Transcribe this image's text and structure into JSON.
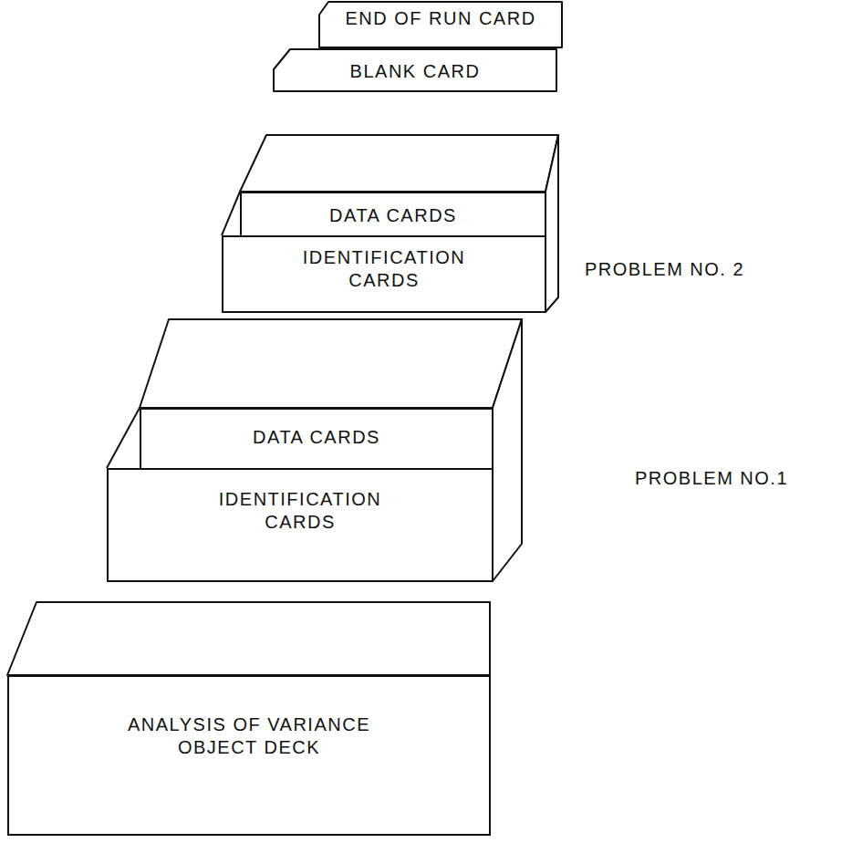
{
  "diagram": {
    "nodes": [
      {
        "text": [
          "END OF RUN CARD"
        ]
      },
      {
        "text": [
          "BLANK CARD"
        ]
      },
      {
        "text": [
          "DATA CARDS"
        ]
      },
      {
        "text": [
          "IDENTIFICATION CARDS"
        ]
      },
      {
        "text": [
          "DATA CARDS"
        ]
      },
      {
        "text": [
          "IDENTIFICATION CARDS"
        ]
      },
      {
        "text": [
          "ANALYSIS OF VARIANCE OBJECT DECK"
        ]
      }
    ],
    "labels": [
      "PROBLEM NO. 2",
      "PROBLEM NO.1"
    ]
  }
}
